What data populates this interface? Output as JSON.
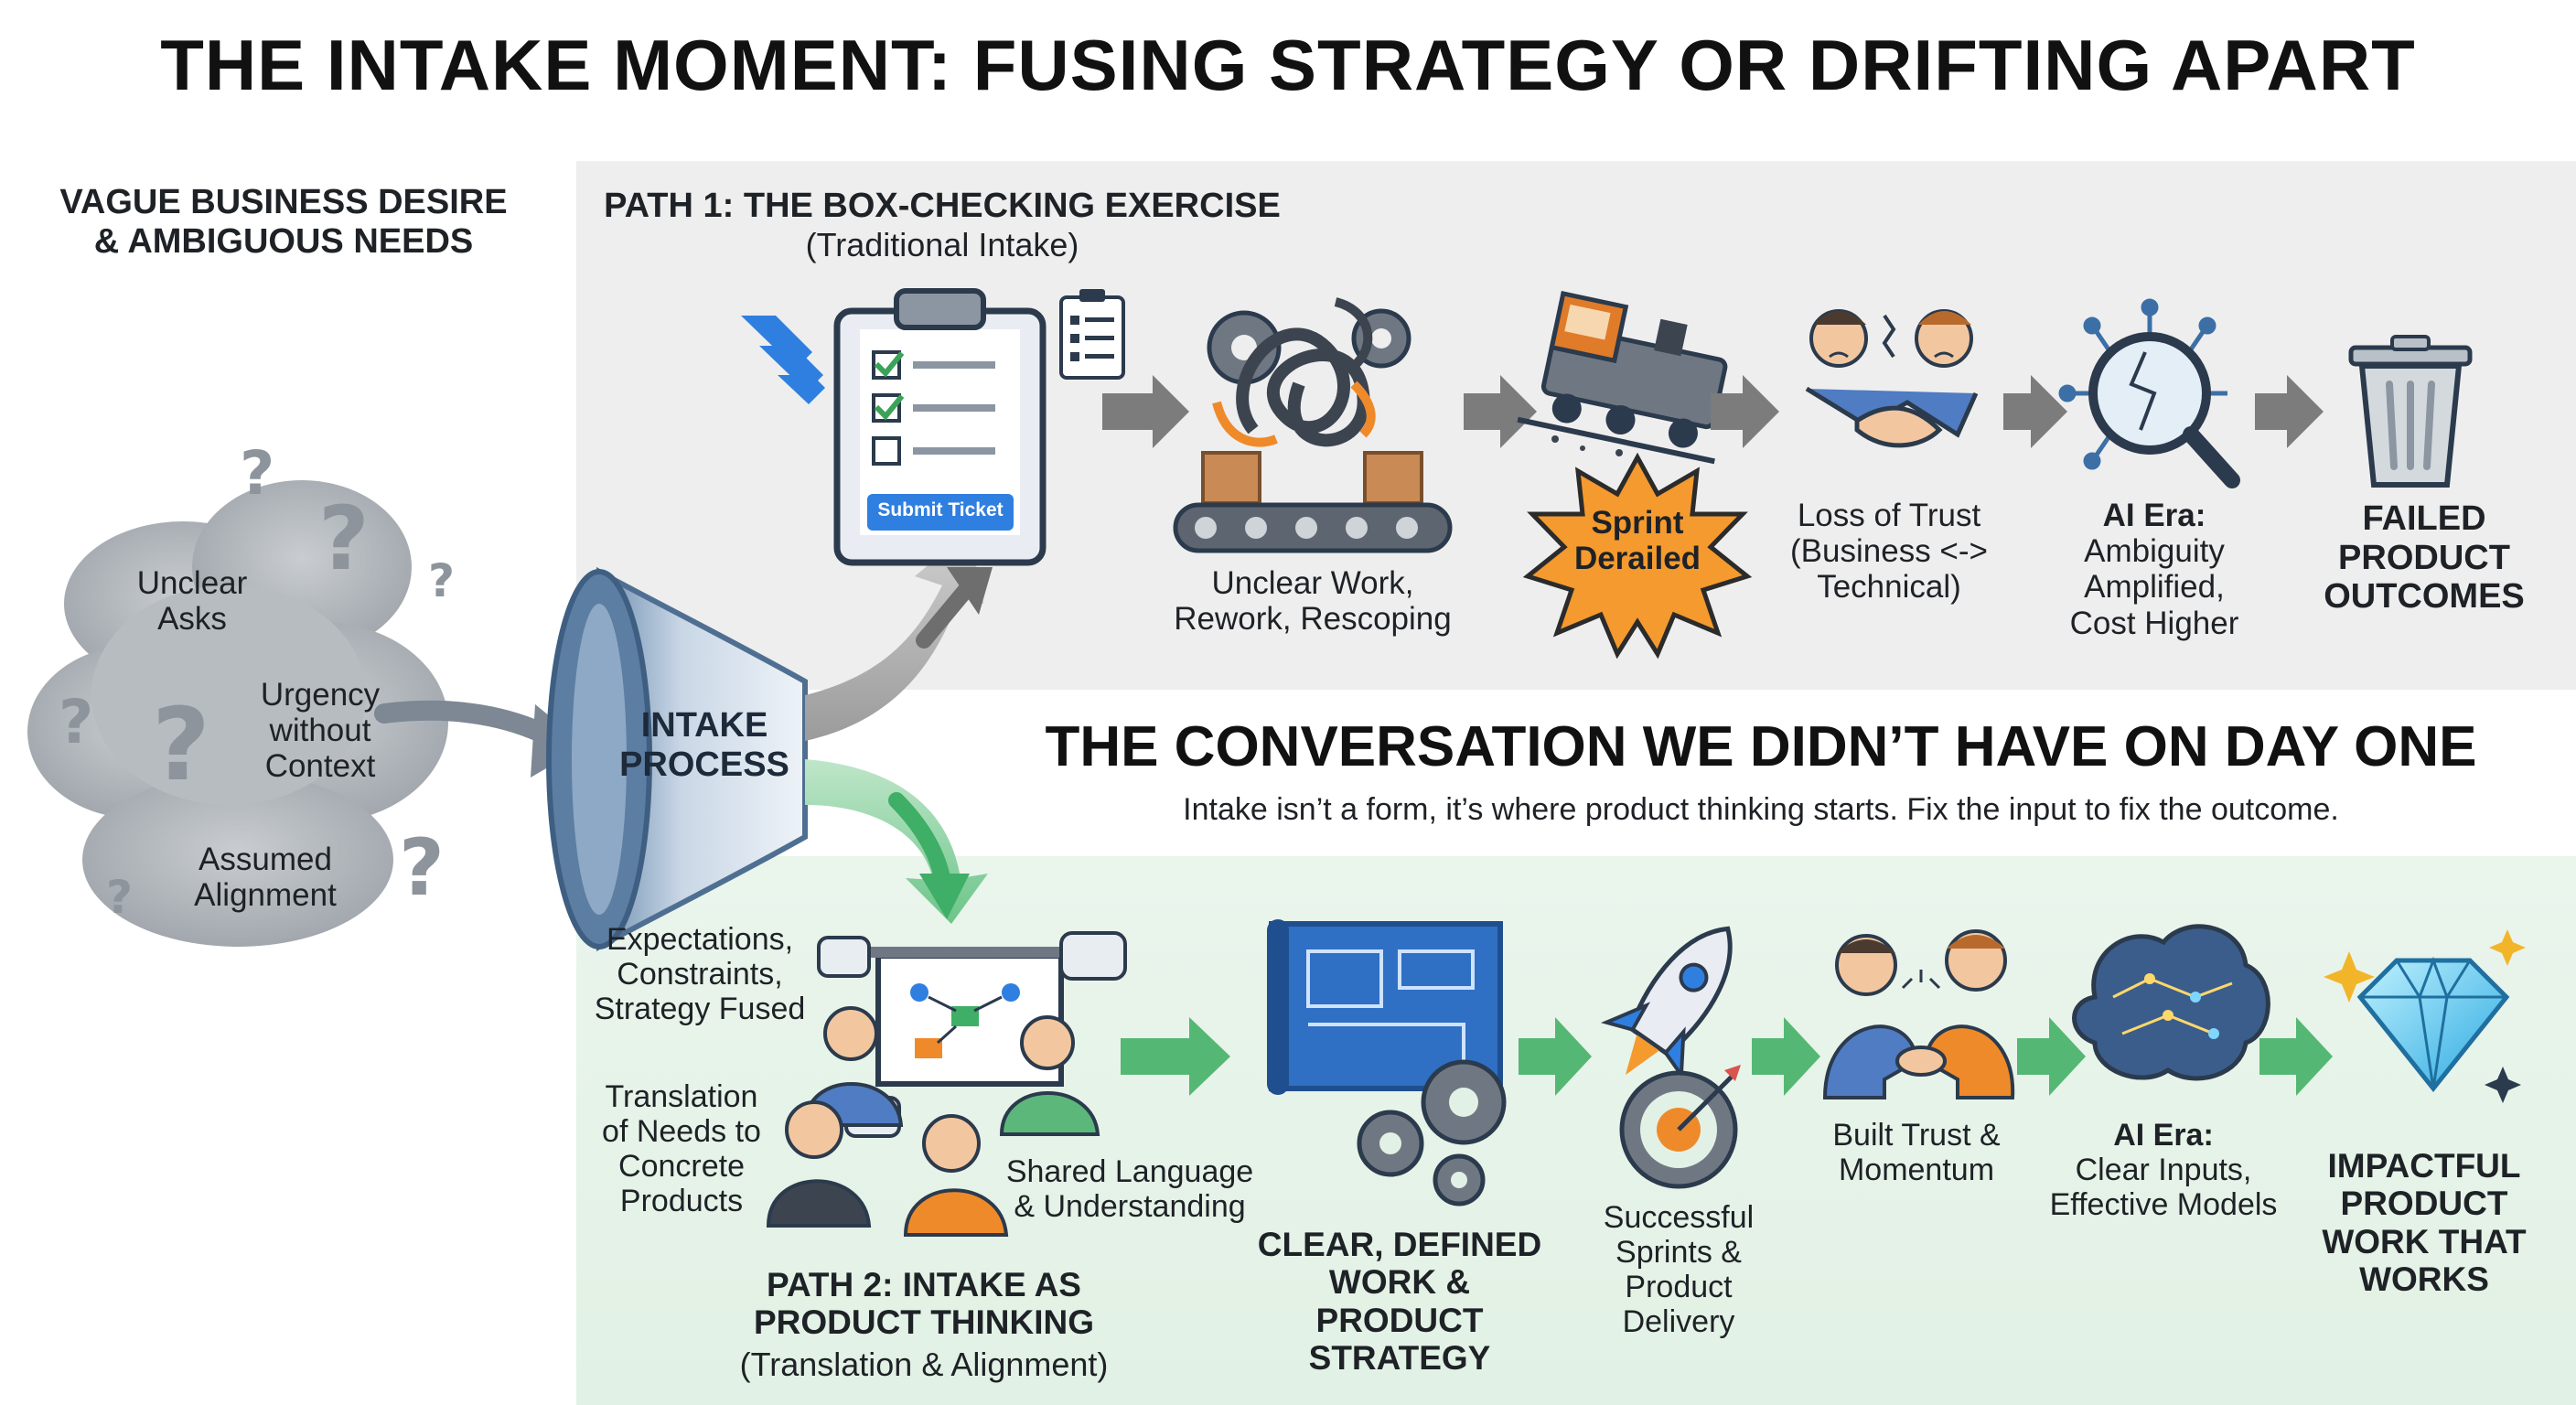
{
  "title": "THE INTAKE MOMENT: FUSING STRATEGY OR DRIFTING APART",
  "source": {
    "heading": [
      "VAGUE BUSINESS DESIRE",
      "& AMBIGUOUS NEEDS"
    ],
    "cloud_labels": [
      [
        "Unclear",
        "Asks"
      ],
      [
        "Urgency",
        "without",
        "Context"
      ],
      [
        "Assumed",
        "Alignment"
      ]
    ]
  },
  "funnel": {
    "label": [
      "INTAKE",
      "PROCESS"
    ]
  },
  "path1": {
    "title": "PATH 1: THE BOX-CHECKING EXERCISE",
    "subtitle": "(Traditional Intake)",
    "submit_label": "Submit Ticket",
    "steps": [
      {
        "label": [
          "Unclear Work,",
          "Rework, Rescoping"
        ]
      },
      {
        "label": [
          "Sprint",
          "Derailed"
        ]
      },
      {
        "label": [
          "Loss of Trust",
          "(Business <->",
          "Technical)"
        ]
      },
      {
        "heading": "AI Era:",
        "label": [
          "Ambiguity",
          "Amplified,",
          "Cost Higher"
        ]
      },
      {
        "label": [
          "FAILED",
          "PRODUCT",
          "OUTCOMES"
        ]
      }
    ]
  },
  "center": {
    "headline": "THE CONVERSATION WE DIDN’T HAVE ON DAY ONE",
    "subline": "Intake isn’t a form, it’s where product thinking starts. Fix the input to fix the outcome."
  },
  "path2": {
    "title": [
      "PATH 2: INTAKE AS",
      "PRODUCT THINKING"
    ],
    "subtitle": "(Translation & Alignment)",
    "workshop_labels": [
      [
        "Expectations,",
        "Constraints,",
        "Strategy Fused"
      ],
      [
        "Translation",
        "of Needs to",
        "Concrete",
        "Products"
      ],
      [
        "Shared Language",
        "& Understanding"
      ]
    ],
    "steps": [
      {
        "label": [
          "CLEAR, DEFINED",
          "WORK & PRODUCT",
          "STRATEGY"
        ]
      },
      {
        "label": [
          "Successful",
          "Sprints &",
          "Product",
          "Delivery"
        ]
      },
      {
        "label": [
          "Built Trust &",
          "Momentum"
        ]
      },
      {
        "heading": "AI Era:",
        "label": [
          "Clear Inputs,",
          "Effective Models"
        ]
      },
      {
        "label": [
          "IMPACTFUL",
          "PRODUCT",
          "WORK THAT",
          "WORKS"
        ]
      }
    ]
  },
  "colors": {
    "panel_top": "#eeeeee",
    "panel_bottom": "#e3f2e6",
    "arrow_gray": "#7c7c7c",
    "arrow_green": "#55b774",
    "brand_blue": "#2f7fe0",
    "starburst": "#f59a2e",
    "accent_orange": "#ef8a2a"
  },
  "icons": [
    "question-mark-icon",
    "jira-logo-icon",
    "clipboard-icon",
    "checklist-icon",
    "gears-icon",
    "conveyor-icon",
    "train-icon",
    "starburst-icon",
    "handshake-icon",
    "brain-circuit-icon",
    "magnifier-icon",
    "trash-can-icon",
    "megaphone-funnel-icon",
    "whiteboard-icon",
    "blueprint-icon",
    "rocket-icon",
    "target-icon",
    "people-handshake-icon",
    "ai-brain-icon",
    "diamond-icon"
  ]
}
